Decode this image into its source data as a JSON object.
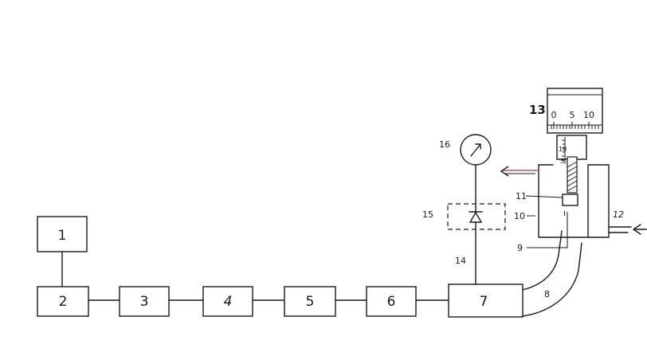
{
  "diagram": {
    "blocks": [
      {
        "id": "b1",
        "label": "1"
      },
      {
        "id": "b2",
        "label": "2"
      },
      {
        "id": "b3",
        "label": "3"
      },
      {
        "id": "b4",
        "label": "4"
      },
      {
        "id": "b5",
        "label": "5"
      },
      {
        "id": "b6",
        "label": "6"
      },
      {
        "id": "b7",
        "label": "7"
      }
    ],
    "callouts": {
      "c8": "8",
      "c9": "9",
      "c10": "10",
      "c11": "11",
      "c12": "12",
      "c13": "13",
      "c14": "14",
      "c15": "15",
      "c16": "16"
    },
    "micrometer_scale": {
      "horizontal": [
        "0",
        "5",
        "10"
      ],
      "vertical": [
        "10",
        "5"
      ]
    }
  },
  "colors": {
    "outflow_arrow": "#c0507a",
    "ink": "#1a1a1a"
  }
}
